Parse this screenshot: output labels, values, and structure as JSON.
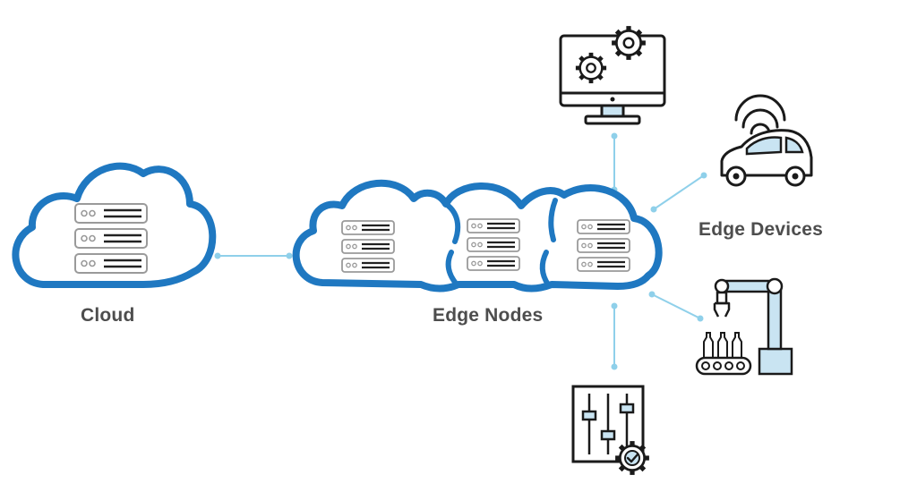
{
  "labels": {
    "cloud": "Cloud",
    "edge_nodes": "Edge Nodes",
    "edge_devices": "Edge Devices"
  },
  "colors": {
    "cloud_blue": "#1f78c1",
    "connector_blue": "#8fd0ea",
    "icon_stroke": "#1a1a1a",
    "icon_fill_light": "#c9e4f2",
    "label_gray": "#4d4d4d"
  },
  "icons": {
    "cloud_server": "server-rack-icon",
    "computer": "computer-gears-icon",
    "car": "connected-car-icon",
    "robot": "robotic-arm-icon",
    "control": "control-panel-icon"
  }
}
